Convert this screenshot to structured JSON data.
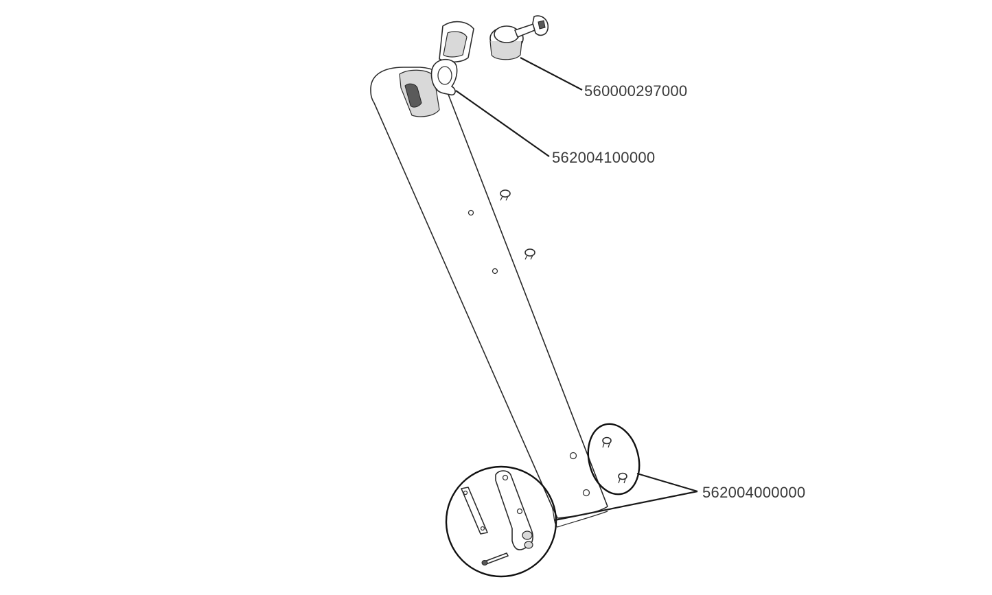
{
  "labels": {
    "lock_cylinder": "560000297000",
    "cover_flap": "562004100000",
    "hinge_kit": "562004000000"
  }
}
